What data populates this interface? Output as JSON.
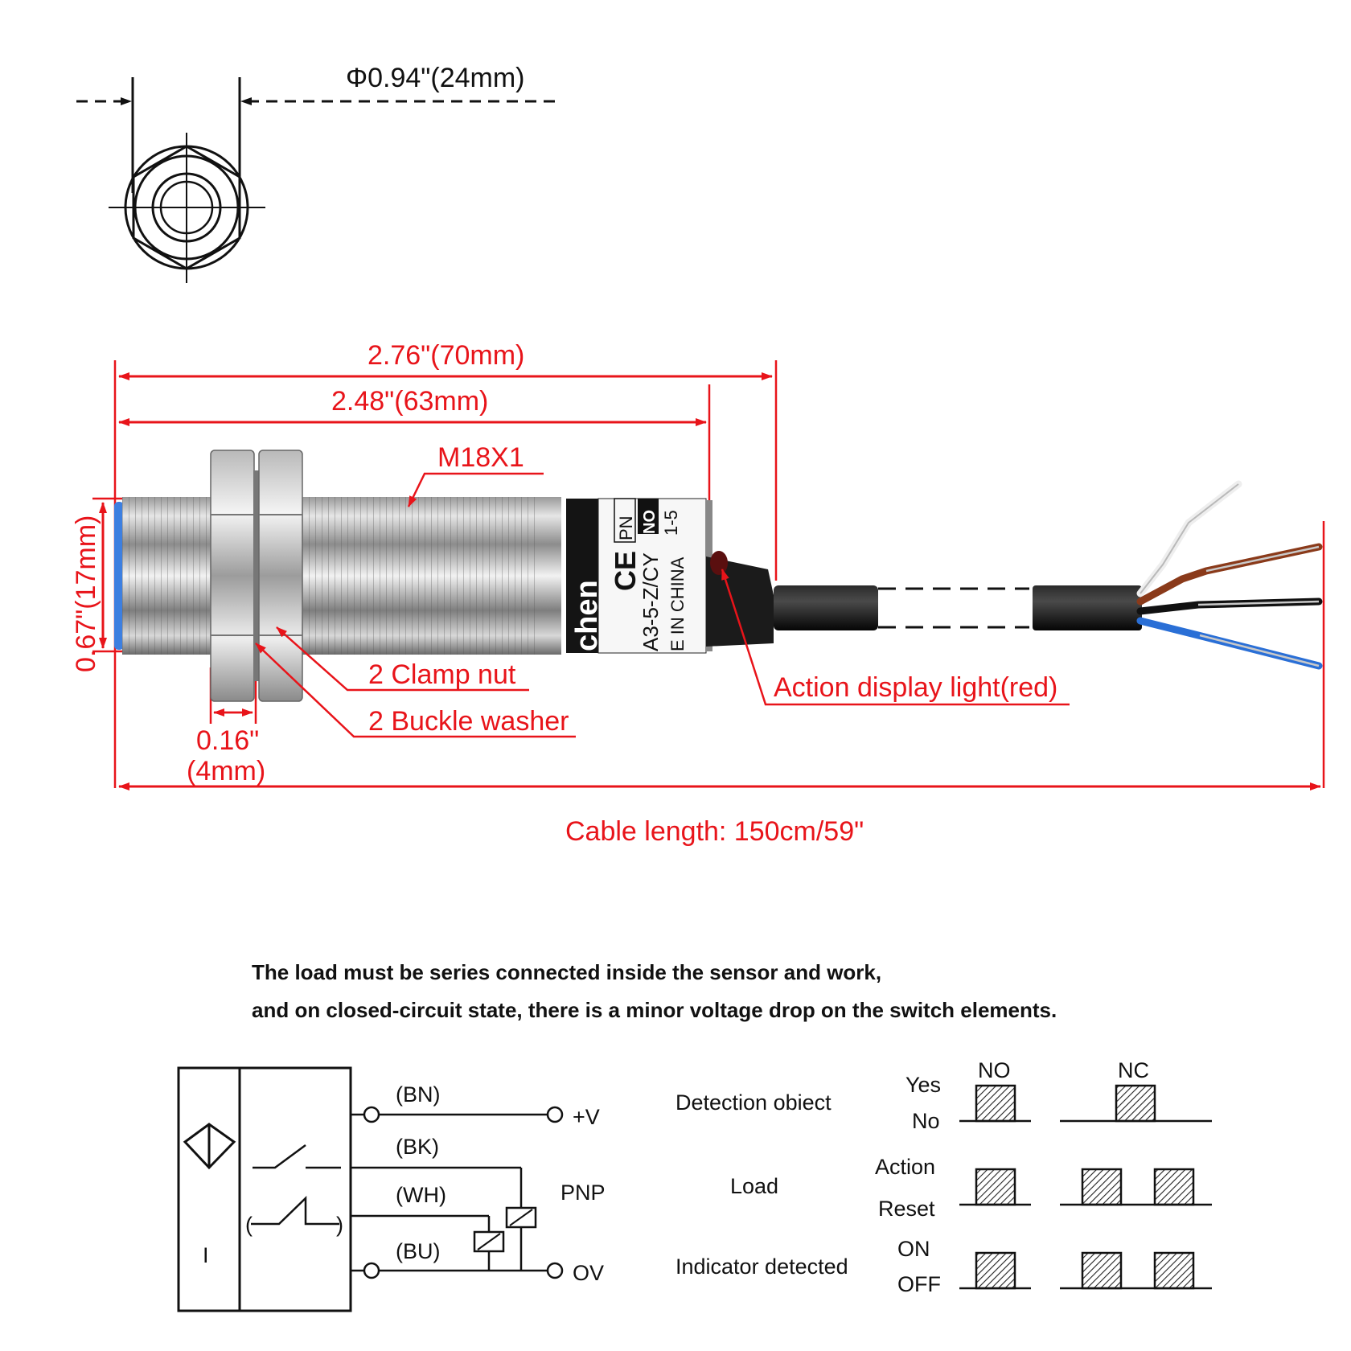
{
  "top_view": {
    "diameter_label": "Φ0.94\"(24mm)"
  },
  "dimensions": {
    "overall_length": "2.76\"(70mm)",
    "body_length": "2.48\"(63mm)",
    "thread": "M18X1",
    "body_diameter": "0.67\"(17mm)",
    "nut_thickness_line1": "0.16\"",
    "nut_thickness_line2": "(4mm)",
    "clamp_nut": "2 Clamp nut",
    "buckle_washer": "2 Buckle washer",
    "indicator": "Action display light(red)",
    "cable_length": "Cable length: 150cm/59\""
  },
  "sensor_label": {
    "brand_fragment": "chen",
    "ce": "CE",
    "model_fragment": "A3-5-Z/CY",
    "origin_fragment": "E IN CHINA",
    "type_fragment": "PN",
    "no_fragment": "NO",
    "range_fragment": "1-5"
  },
  "note": {
    "line1": "The load must be series connected inside the sensor and work,",
    "line2": "and on closed-circuit state, there is a minor voltage drop on the switch elements."
  },
  "wiring": {
    "sensor_symbol": "I",
    "bn": "(BN)",
    "bk": "(BK)",
    "wh": "(WH)",
    "bu": "(BU)",
    "plus_v": "+V",
    "ov": "OV",
    "type": "PNP"
  },
  "timing_table": {
    "col_no": "NO",
    "col_nc": "NC",
    "rows": [
      {
        "label": "Detection obiect",
        "high": "Yes",
        "low": "No"
      },
      {
        "label": "Load",
        "high": "Action",
        "low": "Reset"
      },
      {
        "label": "Indicator detected",
        "high": "ON",
        "low": "OFF"
      }
    ]
  },
  "colors": {
    "dimension_red": "#e8141a",
    "wire_brown": "#8a3a1a",
    "wire_blue": "#2a6fd6",
    "wire_black": "#111111",
    "wire_white": "#eeeeee"
  }
}
